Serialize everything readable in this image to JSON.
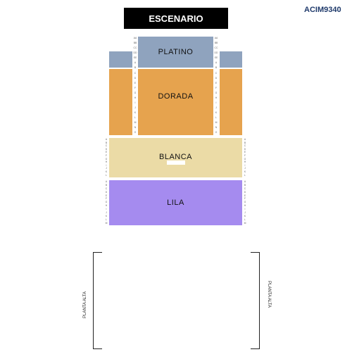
{
  "venue_code": "ACIM9340",
  "stage": {
    "label": "ESCENARIO"
  },
  "sections": {
    "platino": {
      "label": "PLATINO",
      "color": "#8FA3BE"
    },
    "dorada": {
      "label": "DORADA",
      "color": "#E6A34E"
    },
    "blanca": {
      "label": "BLANCA",
      "color": "#EBDBA6"
    },
    "lila": {
      "label": "LILA",
      "color": "#A58BEF"
    }
  },
  "upper_floor": {
    "left_label": "PLANTA ALTA",
    "right_label": "PLANTA ALTA"
  },
  "row_letters": {
    "platino_dorada": [
      "AA",
      "BB",
      "CC",
      "DD",
      "EE",
      "A",
      "B",
      "C",
      "D",
      "E",
      "F",
      "G",
      "H",
      "I",
      "J",
      "K",
      "L",
      "M",
      "N",
      "O"
    ],
    "blanca": [
      "A",
      "B",
      "C",
      "D",
      "E",
      "F",
      "G",
      "H",
      "I",
      "J",
      "K",
      "L"
    ],
    "lila": [
      "A",
      "B",
      "C",
      "D",
      "E",
      "F",
      "G",
      "H",
      "I",
      "J",
      "K",
      "L",
      "M"
    ]
  }
}
